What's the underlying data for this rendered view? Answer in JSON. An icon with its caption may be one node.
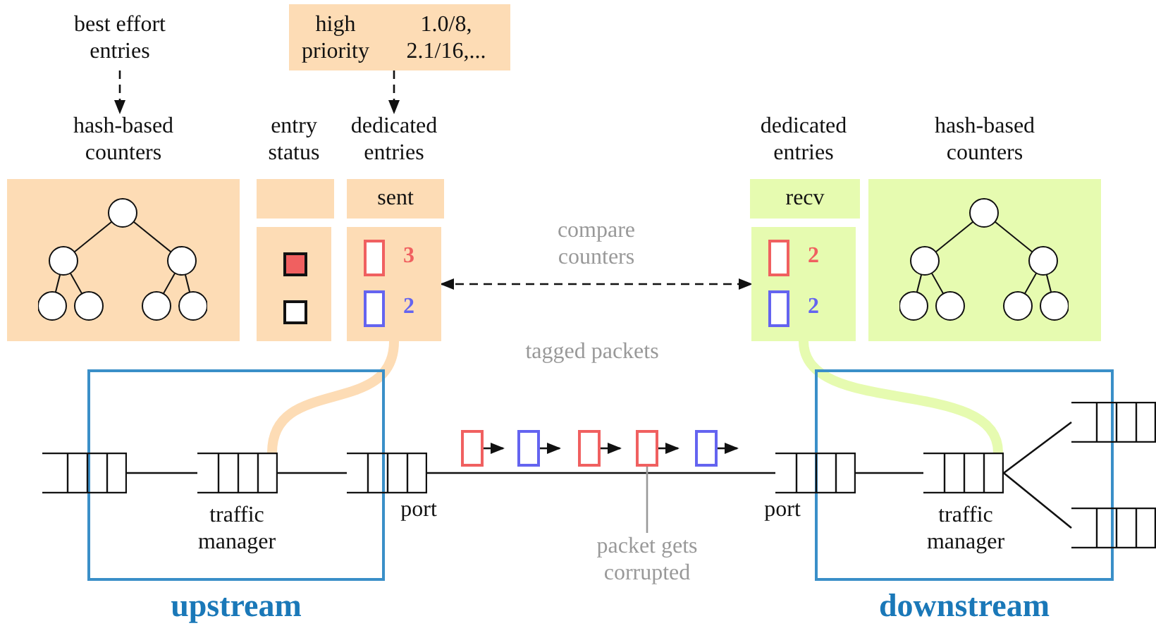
{
  "diagram": {
    "nodes": [
      {
        "text": [
          "best effort entries"
        ]
      },
      {
        "text": [
          "hash-based counters"
        ]
      },
      {
        "text": [
          "high priority",
          "1.0/8, 2.1/16,..."
        ]
      },
      {
        "text": [
          "entry status"
        ]
      },
      {
        "text": [],
        "shape": "box"
      },
      {
        "text": [
          "dedicated entries",
          "sent"
        ]
      },
      {
        "text": [
          "3",
          "2"
        ]
      },
      {
        "text": [
          "dedicated entries",
          "recv"
        ]
      },
      {
        "text": [
          "2",
          "2"
        ]
      },
      {
        "text": [
          "hash-based counters"
        ]
      },
      {
        "text": [
          "upstream"
        ]
      },
      {
        "text": [],
        "shape": "queue"
      },
      {
        "text": [],
        "shape": "queue",
        "beside": [
          "traffic manager"
        ],
        "in": 10
      },
      {
        "text": [],
        "shape": "queue",
        "beside": [
          "port"
        ]
      },
      {
        "text": [
          "downstream"
        ]
      },
      {
        "text": [],
        "shape": "queue",
        "beside": [
          "port"
        ]
      },
      {
        "text": [],
        "shape": "queue",
        "beside": [
          "traffic manager"
        ],
        "in": 14
      },
      {
        "text": [],
        "shape": "queue"
      },
      {
        "text": [],
        "shape": "queue"
      },
      {
        "text": [],
        "shape": "box"
      },
      {
        "text": [],
        "shape": "box"
      },
      {
        "text": [],
        "shape": "box"
      },
      {
        "text": [],
        "shape": "box"
      },
      {
        "text": [],
        "shape": "box"
      },
      {
        "text": [
          "packet gets corrupted"
        ]
      }
    ],
    "edges": [
      {
        "from": 0,
        "to": 1,
        "arrow": "to",
        "style": "dashed"
      },
      {
        "from": 2,
        "to": 5,
        "arrow": "to",
        "style": "dashed"
      },
      {
        "from": 6,
        "to": 8,
        "arrow": "both",
        "style": "dashed",
        "label": "compare counters"
      },
      {
        "from": 6,
        "to": 12,
        "arrow": "none",
        "style": "thick",
        "color": "#fddcb5"
      },
      {
        "from": 8,
        "to": 16,
        "arrow": "none",
        "style": "thick",
        "color": "#e6fbb0"
      },
      {
        "from": 11,
        "to": 12,
        "arrow": "none"
      },
      {
        "from": 12,
        "to": 13,
        "arrow": "none"
      },
      {
        "from": 13,
        "to": 15,
        "arrow": "none"
      },
      {
        "from": 15,
        "to": 16,
        "arrow": "none"
      },
      {
        "from": 16,
        "to": 17,
        "arrow": "none"
      },
      {
        "from": 16,
        "to": 18,
        "arrow": "none"
      },
      {
        "from": 24,
        "to": 22,
        "arrow": "none",
        "color": "#999999"
      }
    ],
    "labels": [
      "tagged packets"
    ]
  }
}
